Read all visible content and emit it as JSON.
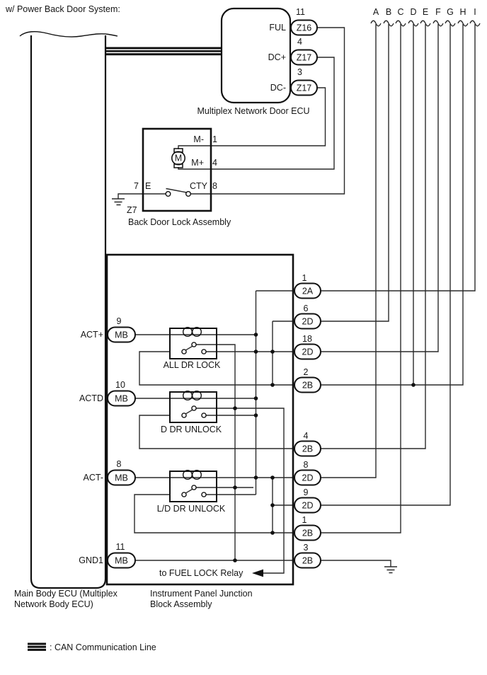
{
  "title": "w/ Power Back Door System:",
  "colors": {
    "line": "#2a2a2a",
    "box": "#111111",
    "background": "#ffffff"
  },
  "door_ecu": {
    "label": "Multiplex Network Door ECU",
    "pins": [
      {
        "name": "FUL",
        "num": "11",
        "conn": "Z16"
      },
      {
        "name": "DC+",
        "num": "4",
        "conn": "Z17"
      },
      {
        "name": "DC-",
        "num": "3",
        "conn": "Z17"
      }
    ]
  },
  "lock_assembly": {
    "label": "Back Door Lock Assembly",
    "motor_label": "M",
    "ground_conn": "Z7",
    "pins": [
      {
        "name": "M-",
        "num": "1"
      },
      {
        "name": "M+",
        "num": "4"
      },
      {
        "name": "CTY",
        "num": "8"
      },
      {
        "name": "E",
        "num": "7"
      }
    ]
  },
  "main_body_ecu": {
    "label1": "Main Body ECU (Multiplex",
    "label2": "Network Body ECU)",
    "pins": [
      {
        "name": "ACT+",
        "num": "9",
        "conn": "MB"
      },
      {
        "name": "ACTD",
        "num": "10",
        "conn": "MB"
      },
      {
        "name": "ACT-",
        "num": "8",
        "conn": "MB"
      },
      {
        "name": "GND1",
        "num": "11",
        "conn": "MB"
      }
    ]
  },
  "junction_block": {
    "label1": "Instrument Panel Junction",
    "label2": "Block Assembly",
    "note": "to FUEL LOCK Relay",
    "relays": [
      {
        "label": "ALL DR LOCK"
      },
      {
        "label": "D DR UNLOCK"
      },
      {
        "label": "L/D DR UNLOCK"
      }
    ],
    "connectors": [
      {
        "num": "1",
        "conn": "2A"
      },
      {
        "num": "6",
        "conn": "2D"
      },
      {
        "num": "18",
        "conn": "2D"
      },
      {
        "num": "2",
        "conn": "2B"
      },
      {
        "num": "4",
        "conn": "2B"
      },
      {
        "num": "8",
        "conn": "2D"
      },
      {
        "num": "9",
        "conn": "2D"
      },
      {
        "num": "1",
        "conn": "2B"
      },
      {
        "num": "3",
        "conn": "2B"
      }
    ]
  },
  "branches": {
    "letters": [
      "A",
      "B",
      "C",
      "D",
      "E",
      "F",
      "G",
      "H",
      "I"
    ]
  },
  "legend": {
    "can": ": CAN Communication Line"
  }
}
